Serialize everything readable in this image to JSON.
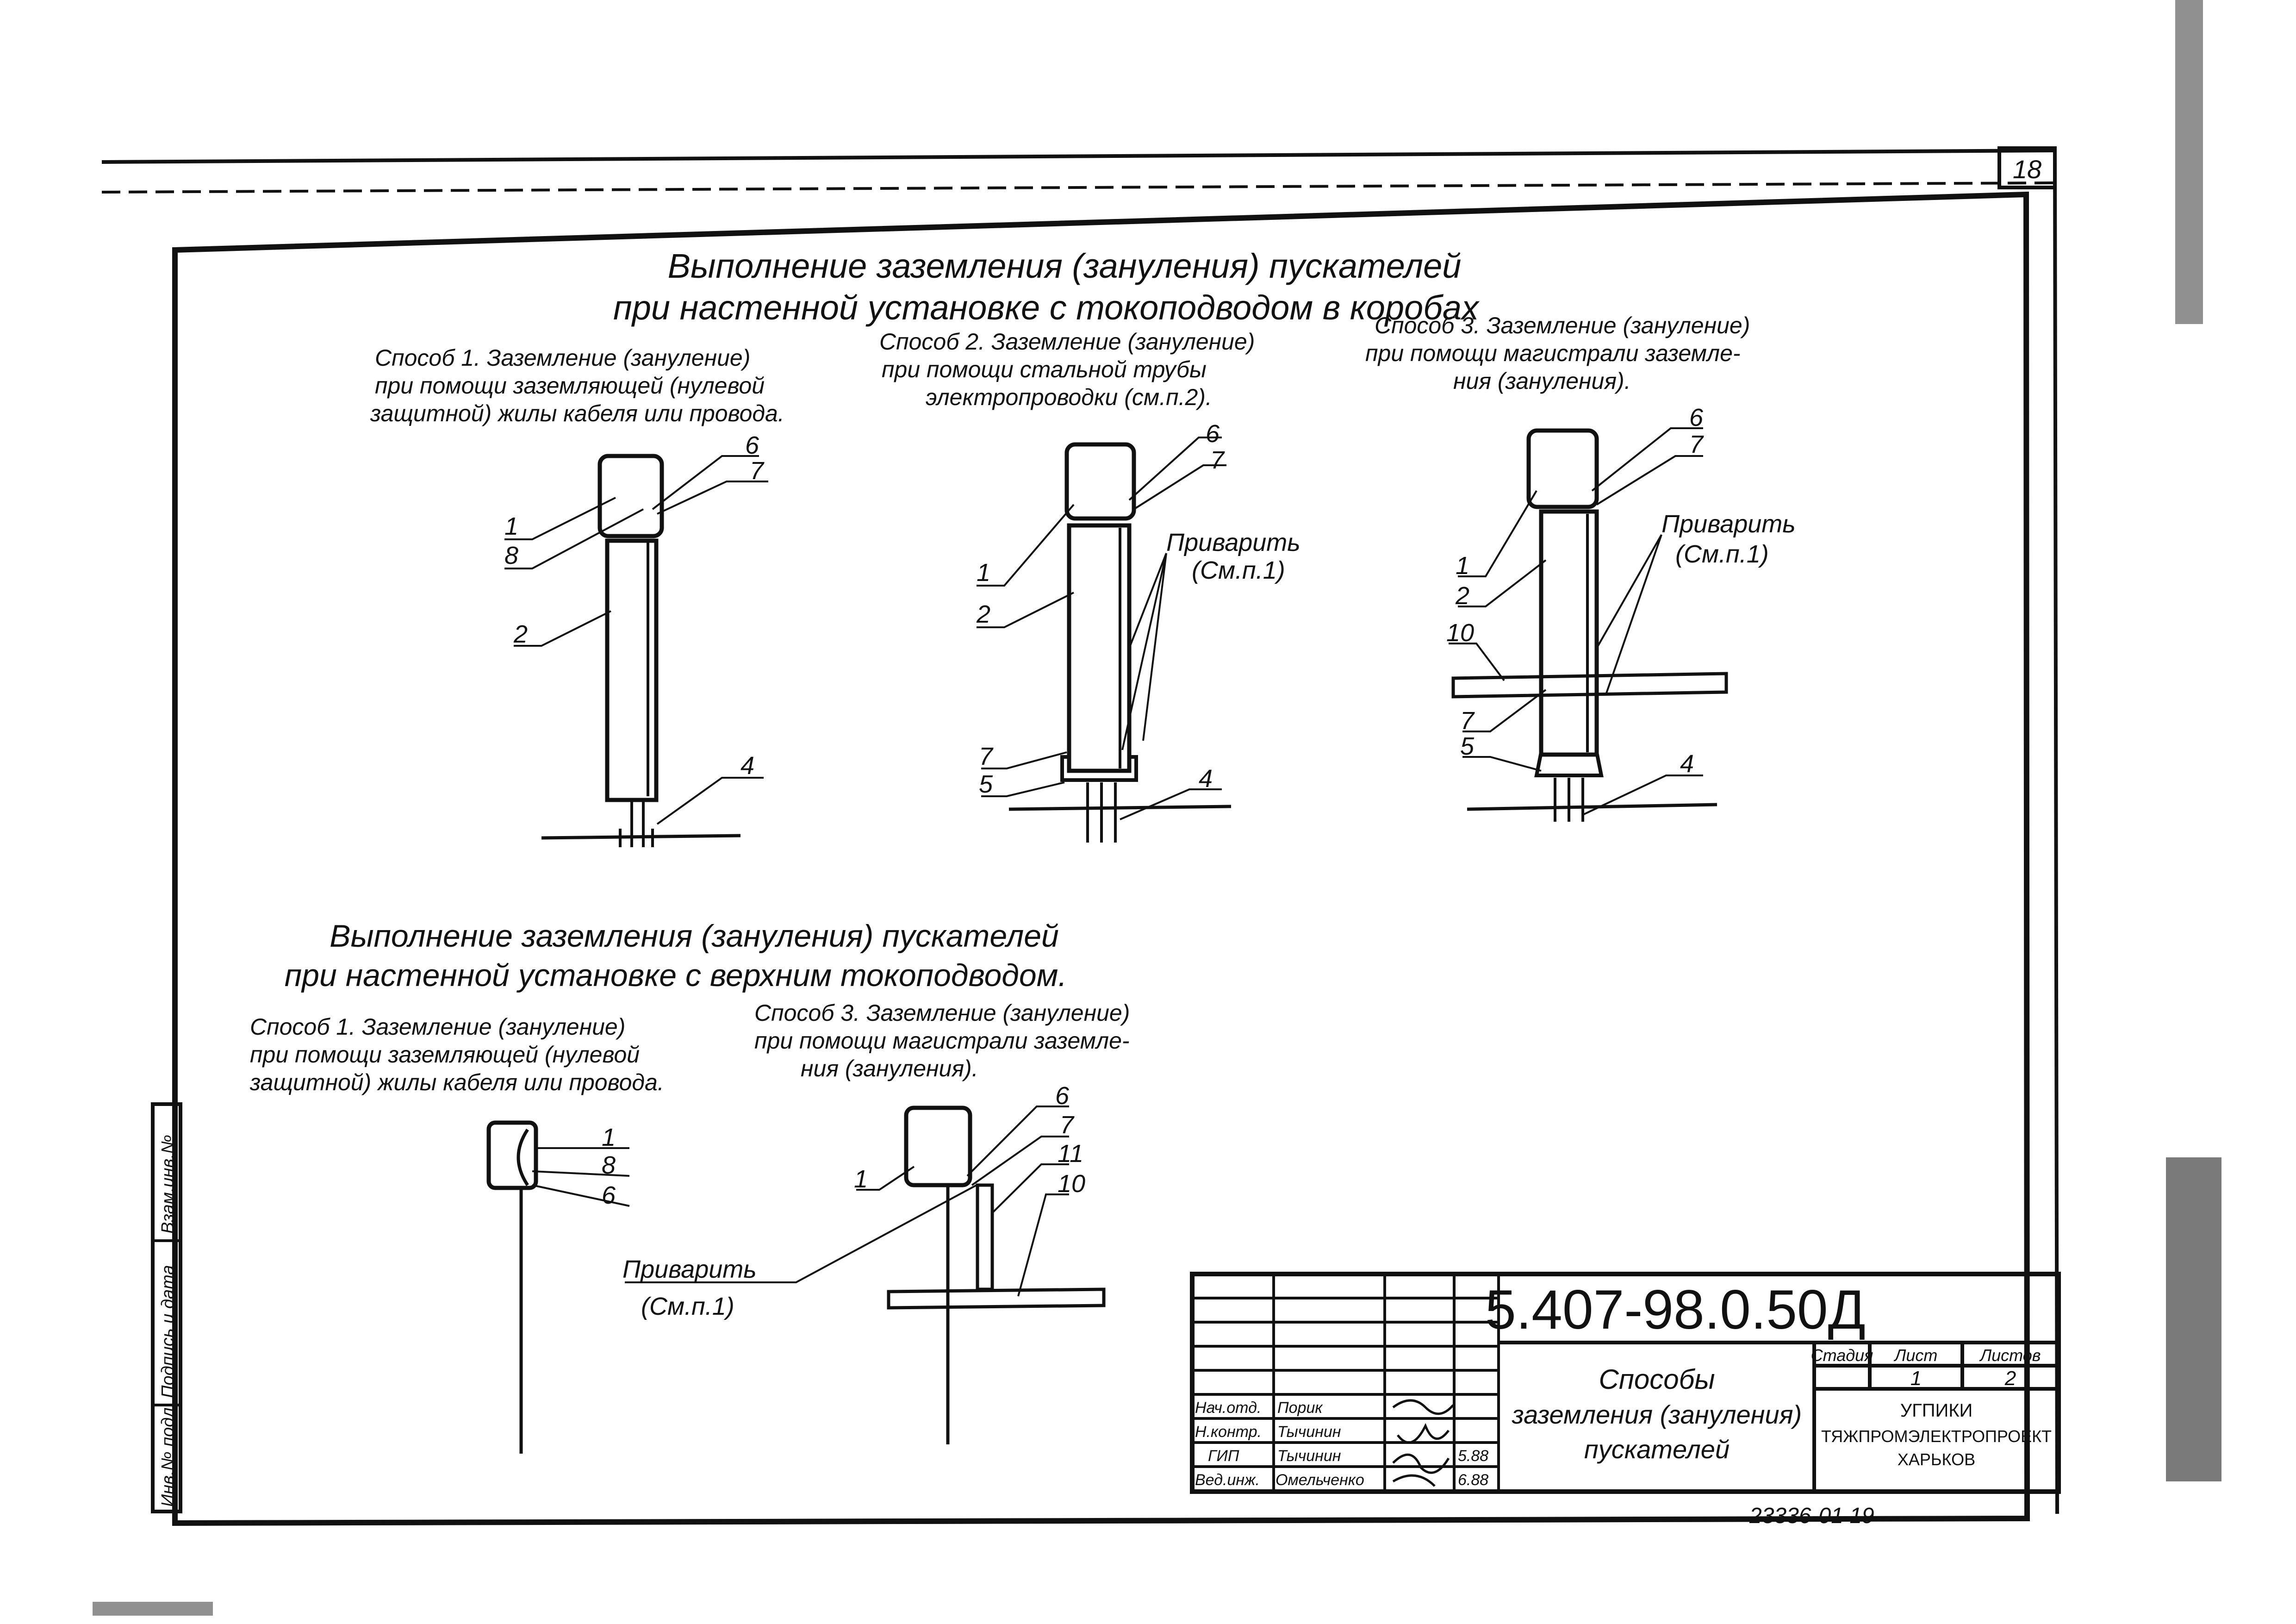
{
  "sheet_number": "18",
  "section1": {
    "title": [
      "Выполнение заземления (зануления) пускателей",
      "при настенной установке с токоподводом в коробах"
    ],
    "method1": {
      "lines": [
        "Способ 1. Заземление (зануление)",
        "при помощи заземляющей (нулевой",
        "защитной) жилы кабеля или провода."
      ],
      "callouts": [
        "6",
        "7",
        "1",
        "8",
        "2",
        "4"
      ]
    },
    "method2": {
      "lines": [
        "Способ 2. Заземление (зануление)",
        "при помощи стальной трубы",
        "электропроводки (см.п.2)."
      ],
      "callouts": [
        "6",
        "7",
        "1",
        "2",
        "7",
        "5",
        "4"
      ],
      "weld_note": [
        "Приварить",
        "(См.п.1)"
      ]
    },
    "method3": {
      "lines": [
        "Способ 3. Заземление (зануление)",
        "при помощи магистрали заземле-",
        "ния (зануления)."
      ],
      "callouts": [
        "6",
        "7",
        "1",
        "2",
        "10",
        "7",
        "5",
        "4"
      ],
      "weld_note": [
        "Приварить",
        "(См.п.1)"
      ]
    }
  },
  "section2": {
    "title": [
      "Выполнение заземления (зануления) пускателей",
      "при настенной установке с верхним токоподводом."
    ],
    "method1": {
      "lines": [
        "Способ 1. Заземление (зануление)",
        "при помощи заземляющей (нулевой",
        "защитной) жилы кабеля или провода."
      ],
      "callouts": [
        "1",
        "8",
        "6"
      ]
    },
    "method3": {
      "lines": [
        "Способ 3. Заземление (зануление)",
        "при помощи магистрали заземле-",
        "ния (зануления)."
      ],
      "callouts": [
        "6",
        "7",
        "11",
        "10",
        "1"
      ]
    },
    "weld_note": [
      "Приварить",
      "(См.п.1)"
    ]
  },
  "side_stamp": [
    "Инв.№ подл.",
    "Подпись и дата",
    "Взам.инв.№"
  ],
  "title_block": {
    "code": "5.407-98.0.50Д",
    "name": [
      "Способы",
      "заземления (зануления)",
      "пускателей"
    ],
    "stage_label": "Стадия",
    "sheet_label": "Лист",
    "sheets_label": "Листов",
    "sheet": "1",
    "sheets": "2",
    "organization": [
      "УГПИКИ",
      "ТЯЖПРОМЭЛЕКТРОПРОЕКТ",
      "ХАРЬКОВ"
    ],
    "signatories": [
      {
        "role": "Нач.отд.",
        "name": "Порик",
        "date": ""
      },
      {
        "role": "Н.контр.",
        "name": "Тычинин",
        "date": ""
      },
      {
        "role": "ГИП",
        "name": "Тычинин",
        "date": "5.88"
      },
      {
        "role": "Вед.инж.",
        "name": "Омельченко",
        "date": "6.88"
      }
    ]
  },
  "archive_number": "23336-01  19"
}
